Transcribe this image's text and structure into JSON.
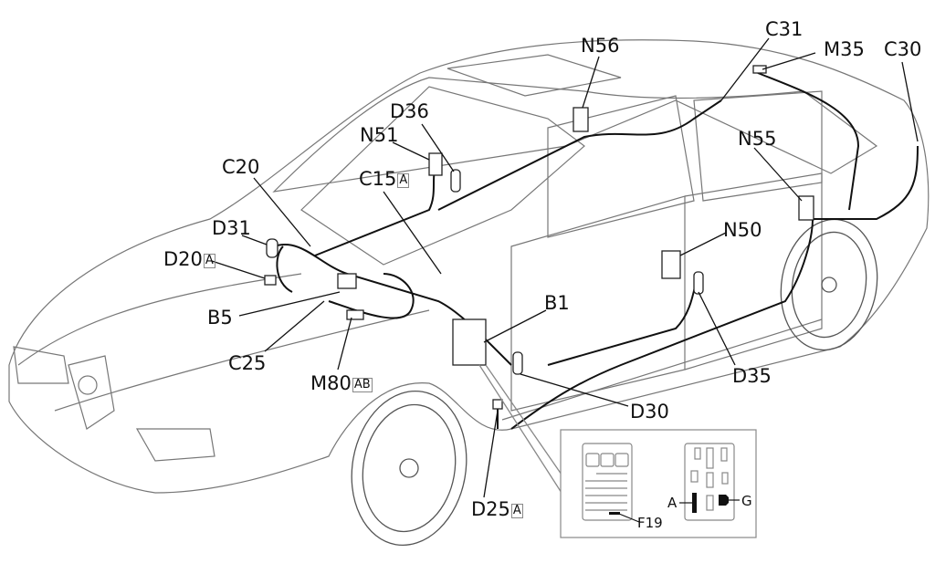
{
  "diagram": {
    "subject": "Car wiring harness component locations",
    "components": [
      {
        "id": "N56",
        "label": "N56"
      },
      {
        "id": "C31",
        "label": "C31"
      },
      {
        "id": "M35",
        "label": "M35"
      },
      {
        "id": "C30",
        "label": "C30"
      },
      {
        "id": "D36",
        "label": "D36"
      },
      {
        "id": "N51",
        "label": "N51"
      },
      {
        "id": "N55",
        "label": "N55"
      },
      {
        "id": "C20",
        "label": "C20"
      },
      {
        "id": "C15",
        "label": "C15",
        "suffix": "A"
      },
      {
        "id": "D31",
        "label": "D31"
      },
      {
        "id": "D20",
        "label": "D20",
        "suffix": "A"
      },
      {
        "id": "N50",
        "label": "N50"
      },
      {
        "id": "B5",
        "label": "B5"
      },
      {
        "id": "B1",
        "label": "B1"
      },
      {
        "id": "C25",
        "label": "C25"
      },
      {
        "id": "M80",
        "label": "M80",
        "suffix": "AB"
      },
      {
        "id": "D35",
        "label": "D35"
      },
      {
        "id": "D30",
        "label": "D30"
      },
      {
        "id": "D25",
        "label": "D25",
        "suffix": "A"
      }
    ],
    "inset": {
      "fuse_label": "F19",
      "relay_labels": [
        "A",
        "G"
      ]
    }
  }
}
